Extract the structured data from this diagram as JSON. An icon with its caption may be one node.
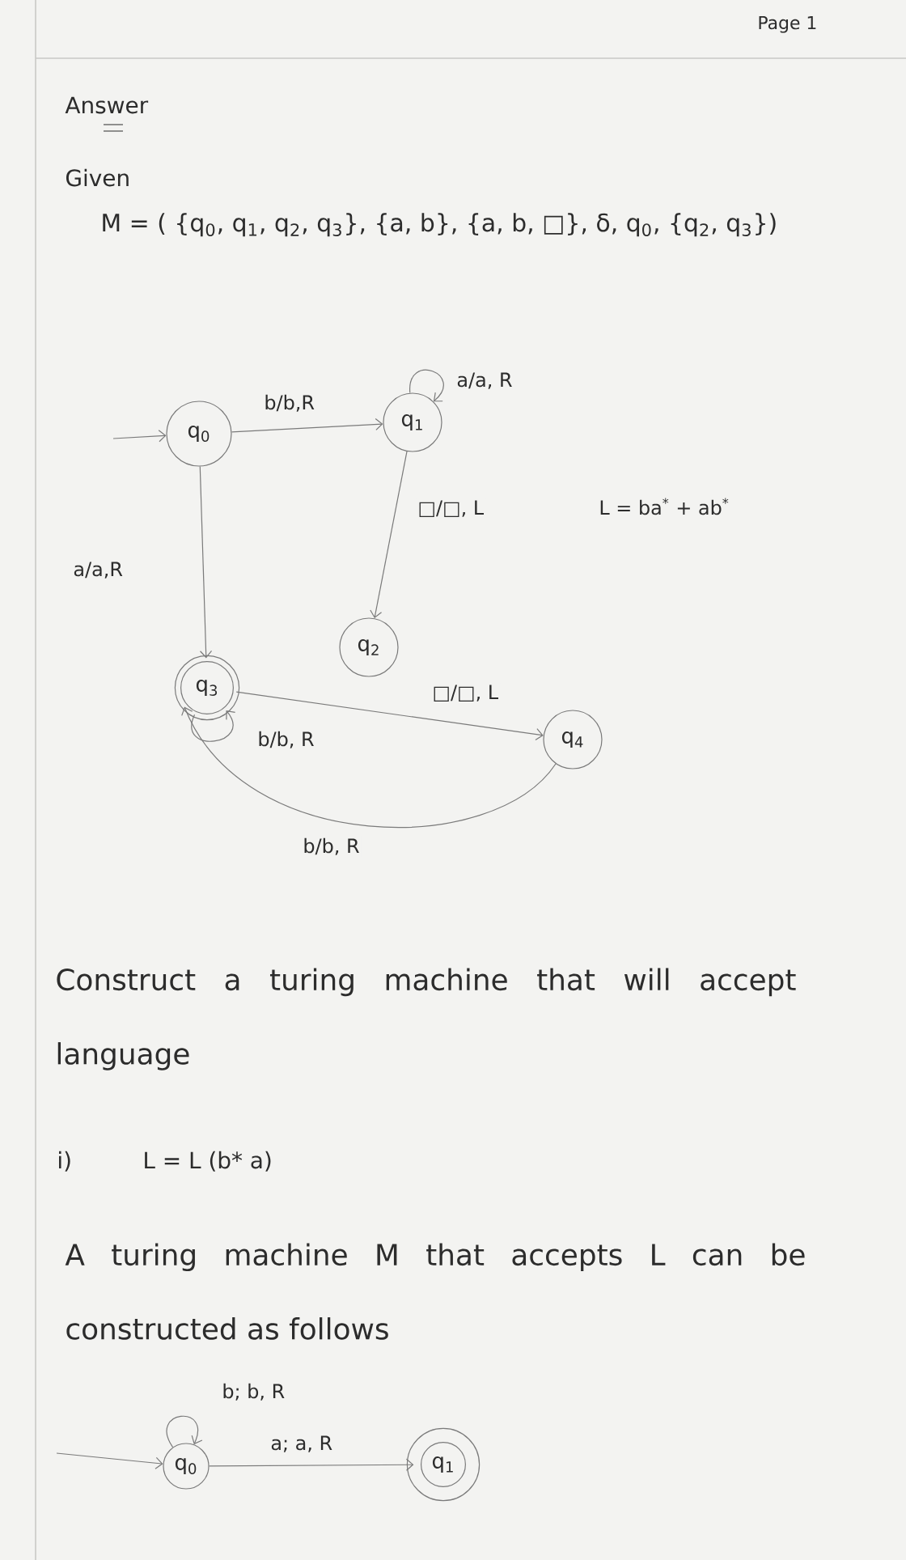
{
  "diagram": {
    "nodes": [
      {
        "text": [
          "q$_{0}$"
        ]
      },
      {
        "text": [
          "q$_{1}$"
        ]
      },
      {
        "text": [
          "q$_{2}$"
        ]
      },
      {
        "text": [
          "q$_{3}$"
        ]
      },
      {
        "text": [
          "q$_{4}$"
        ]
      },
      {
        "text": [
          "q$_{0}$"
        ]
      },
      {
        "text": [
          "q$_{1}$"
        ]
      }
    ],
    "edges": [
      {
        "from": null,
        "to": 0,
        "arrow": "to"
      },
      {
        "from": 0,
        "to": 1,
        "arrow": "to",
        "label": "b/b,R"
      },
      {
        "from": 1,
        "to": 1,
        "arrow": "to",
        "label": "a/a, R"
      },
      {
        "from": 1,
        "to": 2,
        "arrow": "to",
        "label": "□/□, L"
      },
      {
        "from": 0,
        "to": 3,
        "arrow": "to",
        "label": "a/a,R"
      },
      {
        "from": 3,
        "to": 3,
        "arrow": "to",
        "label": "b/b, R"
      },
      {
        "from": 3,
        "to": 4,
        "arrow": "to",
        "label": "□/□, L"
      },
      {
        "from": 4,
        "to": 3,
        "arrow": "to",
        "label": "b/b, R"
      },
      {
        "from": null,
        "to": 5,
        "arrow": "to"
      },
      {
        "from": 5,
        "to": 5,
        "arrow": "to",
        "label": "b; b, R"
      },
      {
        "from": 5,
        "to": 6,
        "arrow": "to",
        "label": "a; a, R"
      }
    ],
    "labels": [
      "Page 1",
      "Answer",
      "Given",
      "M = ( {q$_{0}$, q$_{1}$, q$_{2}$, q$_{3}$}, {a, b}, {a, b, □}, δ, q$_{0}$, {q$_{2}$, q$_{3}$})",
      "L = ba$^{*}$ + ab$^{*}$",
      "Construct a turing machine that will accept language",
      "i)",
      "L = L (b* a)",
      "A turing machine M that accepts L can be constructed as follows"
    ]
  }
}
